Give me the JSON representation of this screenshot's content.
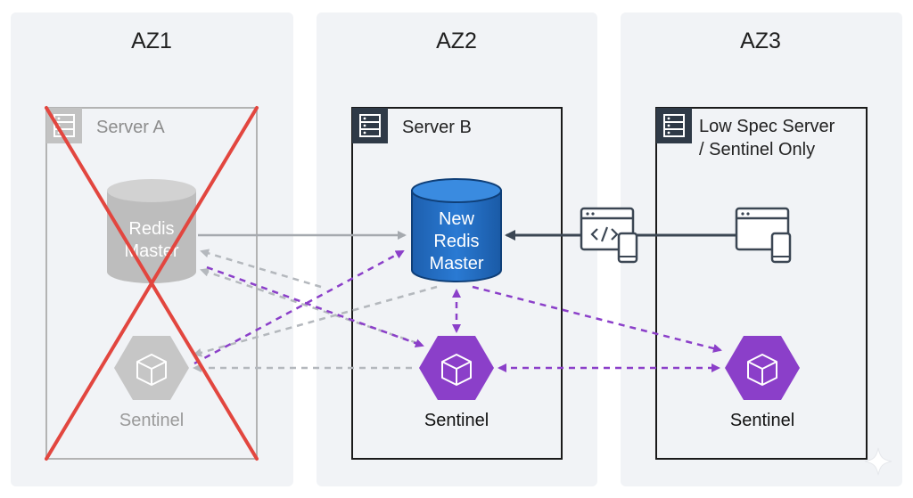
{
  "zones": [
    {
      "title": "AZ1",
      "server": "Server A",
      "node_a": "Redis Master",
      "node_b": "Sentinel"
    },
    {
      "title": "AZ2",
      "server": "Server B",
      "node_a": "New Redis Master",
      "node_b": "Sentinel"
    },
    {
      "title": "AZ3",
      "server_line1": "Low Spec Server",
      "server_line2": "/ Sentinel Only",
      "node_b": "Sentinel"
    }
  ],
  "db_az1": {
    "line1": "Redis",
    "line2": "Master"
  },
  "db_az2": {
    "line1": "New",
    "line2": "Redis",
    "line3": "Master"
  },
  "colors": {
    "panel": "#f1f3f6",
    "failed_cross": "#e2463f",
    "master_blue": "#1f6fc5",
    "sentinel_purple": "#8b3fc9",
    "link_gray": "#9ea3aa",
    "app_link": "#3b4653",
    "faded": "#b9b9b9"
  },
  "icons": [
    "server-icon",
    "cube-icon",
    "code-window-icon",
    "browser-window-icon",
    "mobile-device-icon",
    "sparkle-icon"
  ]
}
